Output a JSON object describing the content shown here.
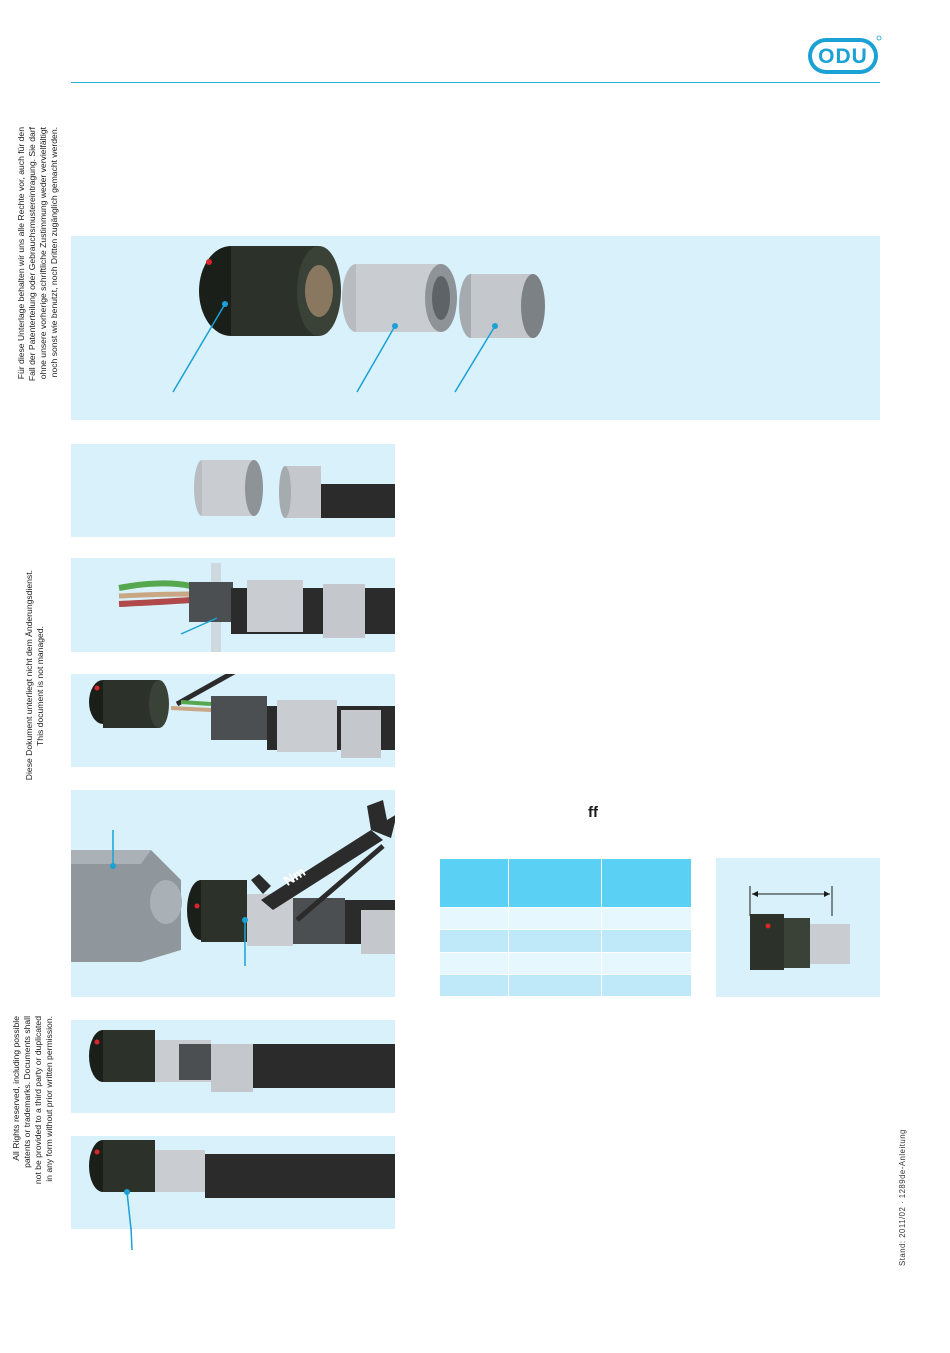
{
  "brand": {
    "logo_text": "ODU",
    "color": "#1aa1d6"
  },
  "colors": {
    "panel_bg": "#d8f1fb",
    "rule": "#2ab3d9",
    "table_header": "#5ad0f4"
  },
  "copyright_de": [
    "Für diese Unterlage behalten wir uns alle Rechte vor, auch für den",
    "Fall der Patenterteilung oder Gebrauchsmustereintragung. Sie darf",
    "ohne unsere vorherige schriftliche Zustimmung weder vervielfältigt",
    "noch sonst wie benutzt, noch Dritten zugänglich gemacht werden."
  ],
  "not_managed": [
    "Diese Dokument unterliegt nicht dem Änderungsdienst.",
    "This document is not managed."
  ],
  "copyright_en": [
    "All Rights reserved, including possible",
    "patents or trademarks. Documents shall",
    "not be provided to a third party or duplicated",
    "in any form without prior written permission."
  ],
  "wrench_label": "Nm",
  "step5_note": "ff",
  "stand": "Stand: 2011/02 · 1289de-Anleitung"
}
